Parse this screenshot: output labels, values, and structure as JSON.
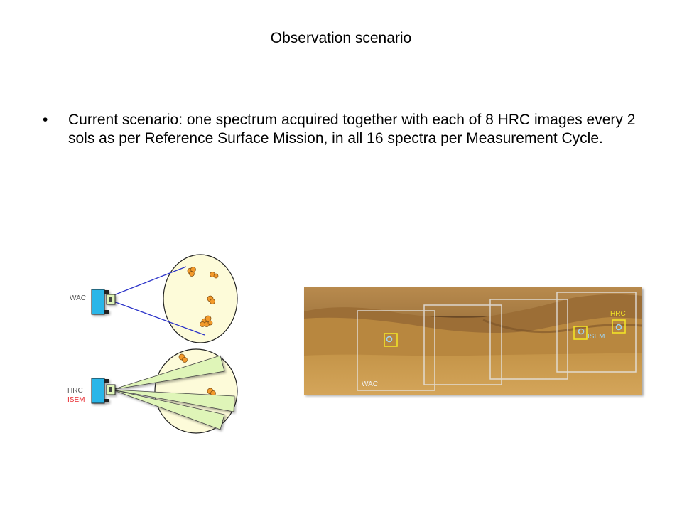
{
  "slide": {
    "title": "Observation scenario",
    "bullets": [
      {
        "glyph": "•",
        "text": "Current scenario: one spectrum acquired together with each of 8 HRC images every 2 sols as per Reference Surface Mission, in all 16 spectra per Measurement Cycle."
      }
    ]
  },
  "diagram": {
    "wac_label": "WAC",
    "hrc_label": "HRC",
    "isem_label": "ISEM",
    "photo_wac_label": "WAC",
    "photo_hrc_label": "HRC",
    "photo_isem_label": "ISEM",
    "colors": {
      "camera": "#29b6e8",
      "target_disc": "#fdfbd9",
      "rock": "#f39a2b",
      "footprint": "#dff5b8",
      "isem_red": "#e8262c",
      "wac_line": "#2b33c9",
      "terrain": "#c89a4e",
      "hrc_box": "#f2e227",
      "isem_box": "#9fd3f0"
    }
  }
}
